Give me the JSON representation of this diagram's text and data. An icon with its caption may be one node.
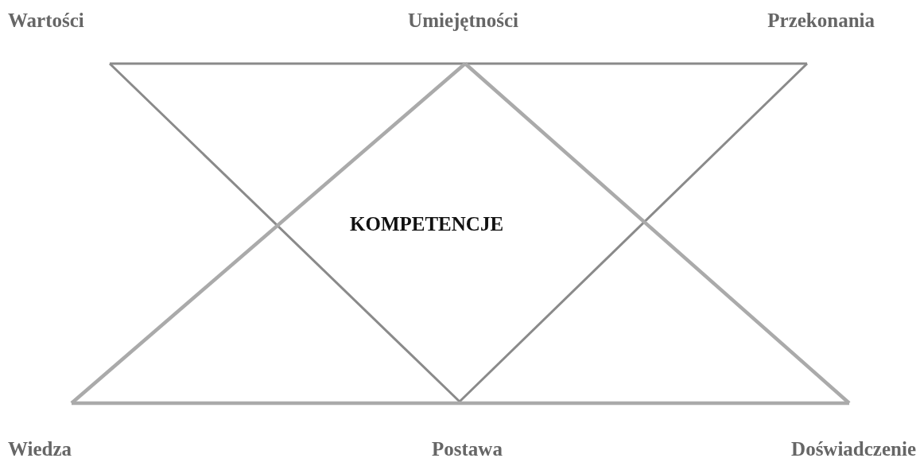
{
  "diagram": {
    "nodes": [
      {
        "text": [
          "Wartości"
        ]
      },
      {
        "text": [
          "Umiejętności"
        ]
      },
      {
        "text": [
          "Przekonania"
        ]
      },
      {
        "text": [
          "Wiedza"
        ]
      },
      {
        "text": [
          "Postawa"
        ]
      },
      {
        "text": [
          "Doświadczenie"
        ]
      }
    ],
    "edges": [
      {
        "from": 0,
        "to": 2,
        "arrow": "none"
      },
      {
        "from": 0,
        "to": 4,
        "arrow": "none"
      },
      {
        "from": 2,
        "to": 4,
        "arrow": "none"
      },
      {
        "from": 1,
        "to": 3,
        "arrow": "none"
      },
      {
        "from": 1,
        "to": 5,
        "arrow": "none"
      },
      {
        "from": 3,
        "to": 5,
        "arrow": "none"
      }
    ],
    "labels": [
      "KOMPETENCJE"
    ]
  }
}
